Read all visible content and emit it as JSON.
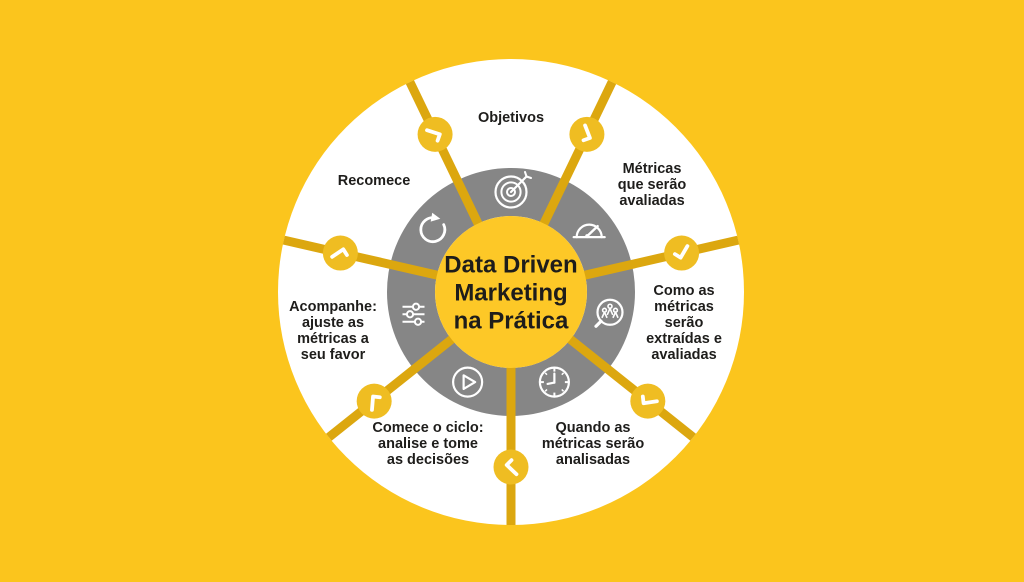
{
  "palette": {
    "background": "#FBC51D",
    "disc_white": "#FFFFFF",
    "ring_gray": "#868686",
    "spoke_gold": "#DCA70F",
    "node_gold": "#EFBD22",
    "center_yellow": "#FDC827",
    "text_dark": "#1E1D1B",
    "icon_white": "#FFFFFF"
  },
  "center": {
    "title": "Data Driven Marketing na Prática",
    "title_lines": [
      "Data Driven",
      "Marketing",
      "na Prática"
    ]
  },
  "segments": [
    {
      "label": "Objetivos",
      "label_lines": [
        "Objetivos"
      ],
      "icon": "target-icon"
    },
    {
      "label": "Métricas que serão avaliadas",
      "label_lines": [
        "Métricas",
        "que serão",
        "avaliadas"
      ],
      "icon": "gauge-icon"
    },
    {
      "label": "Como as métricas serão extraídas e avaliadas",
      "label_lines": [
        "Como as",
        "métricas",
        "serão",
        "extraídas e",
        "avaliadas"
      ],
      "icon": "magnifier-people-icon"
    },
    {
      "label": "Quando as métricas serão analisadas",
      "label_lines": [
        "Quando as",
        "métricas serão",
        "analisadas"
      ],
      "icon": "clock-icon"
    },
    {
      "label": "Comece o ciclo: analise e tome as decisões",
      "label_lines": [
        "Comece o ciclo:",
        "analise e tome",
        "as decisões"
      ],
      "icon": "play-icon"
    },
    {
      "label": "Acompanhe: ajuste as métricas a seu favor",
      "label_lines": [
        "Acompanhe:",
        "ajuste as",
        "métricas a",
        "seu favor"
      ],
      "icon": "sliders-icon"
    },
    {
      "label": "Recomece",
      "label_lines": [
        "Recomece"
      ],
      "icon": "restart-icon"
    }
  ],
  "node_icon": "check-icon"
}
